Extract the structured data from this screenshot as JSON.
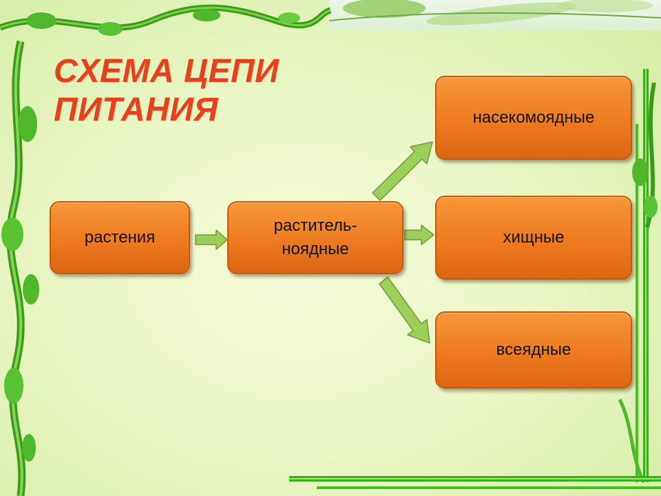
{
  "title": {
    "line1": "СХЕМА ЦЕПИ",
    "line2": "ПИТАНИЯ"
  },
  "nodes": {
    "plants": "растения",
    "herbivores": "раститель-\nноядные",
    "insectivores": "насекомоядные",
    "predators": "хищные",
    "omnivores": "всеядные"
  },
  "colors": {
    "title": "#e8401a",
    "node_fill": "#ee7a1f",
    "arrow_fill": "#9ccf5a",
    "arrow_stroke": "#6f9a3a",
    "frame_green": "#3fb51c"
  }
}
